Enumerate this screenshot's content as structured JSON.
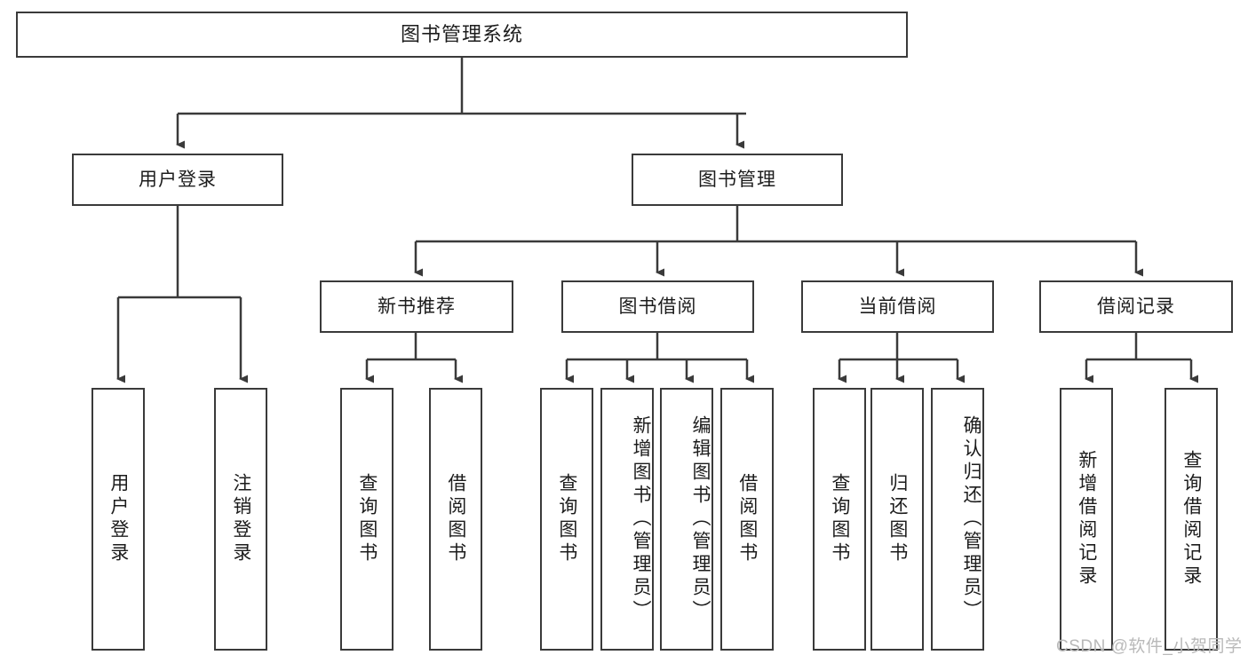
{
  "diagram": {
    "type": "hierarchy-tree",
    "title": "图书管理系统",
    "root": {
      "label": "图书管理系统"
    },
    "level1": [
      {
        "label": "用户登录"
      },
      {
        "label": "图书管理"
      }
    ],
    "level2": [
      {
        "label": "新书推荐"
      },
      {
        "label": "图书借阅"
      },
      {
        "label": "当前借阅"
      },
      {
        "label": "借阅记录"
      }
    ],
    "leaves": {
      "user_login": [
        {
          "label": "用户登录"
        },
        {
          "label": "注销登录"
        }
      ],
      "new_book_recommend": [
        {
          "label": "查询图书"
        },
        {
          "label": "借阅图书"
        }
      ],
      "book_borrow": [
        {
          "label": "查询图书"
        },
        {
          "label": "新增图书（管理员）"
        },
        {
          "label": "编辑图书（管理员）"
        },
        {
          "label": "借阅图书"
        }
      ],
      "current_borrow": [
        {
          "label": "查询图书"
        },
        {
          "label": "归还图书"
        },
        {
          "label": "确认归还（管理员）"
        }
      ],
      "borrow_record": [
        {
          "label": "新增借阅记录"
        },
        {
          "label": "查询借阅记录"
        }
      ]
    }
  },
  "watermark": {
    "text": "CSDN @软件_小贺同学"
  },
  "colors": {
    "stroke": "#3a3a3a",
    "text": "#1c1c1c",
    "background": "#ffffff",
    "watermark": "#b9b9b9"
  }
}
